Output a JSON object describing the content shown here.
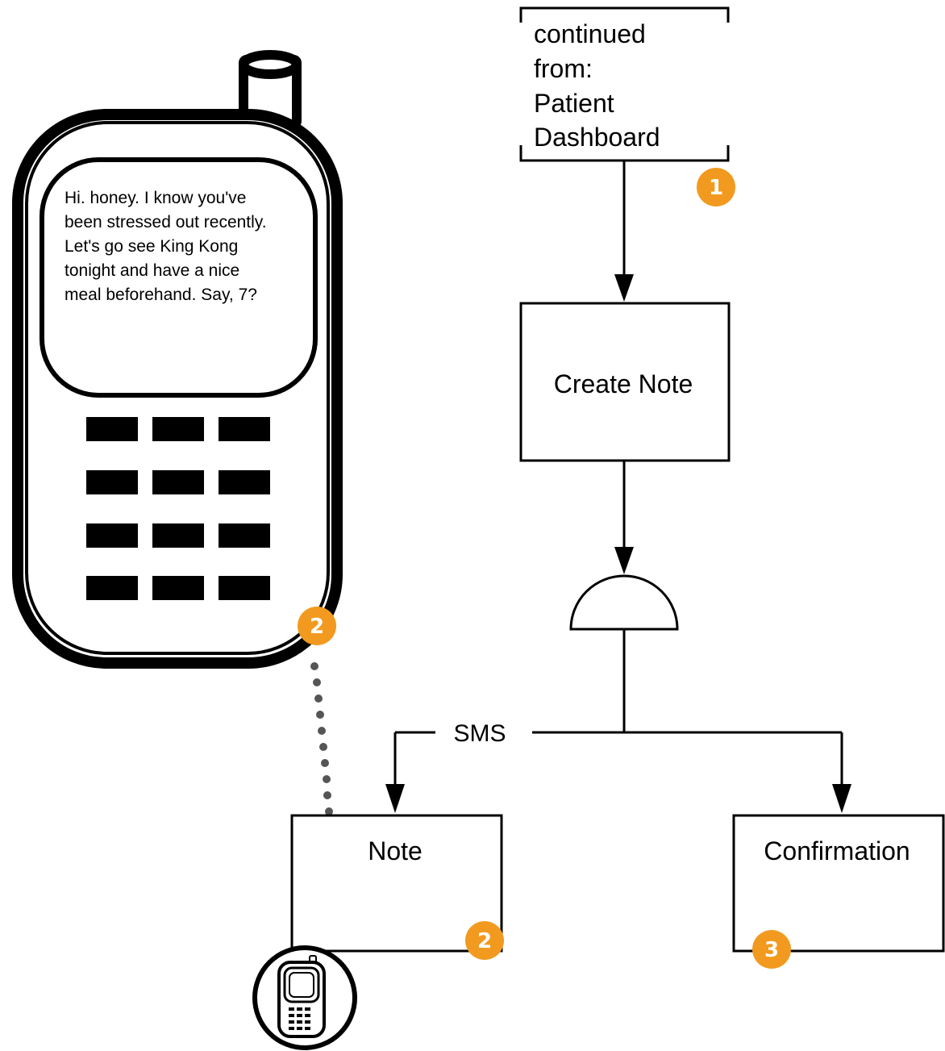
{
  "colors": {
    "stroke": "#000000",
    "badge": "#f29a1f",
    "connector_dots": "#555555",
    "background": "#ffffff"
  },
  "continued_from": {
    "lines": [
      "continued",
      "from:",
      "Patient",
      "Dashboard"
    ]
  },
  "nodes": {
    "create_note": "Create Note",
    "note": "Note",
    "confirmation": "Confirmation"
  },
  "edge_labels": {
    "sms": "SMS"
  },
  "phone_message": {
    "lines": [
      "Hi. honey. I know you've",
      "been stressed out recently.",
      "Let's go see King Kong",
      "tonight and have a nice",
      "meal beforehand. Say, 7?"
    ]
  },
  "badges": {
    "continued_from": "1",
    "phone": "2",
    "note": "2",
    "confirmation": "3"
  },
  "icons": {
    "phone_illustration": "mobile-phone-icon",
    "note_device": "mobile-phone-icon",
    "gate": "and-gate-symbol"
  }
}
